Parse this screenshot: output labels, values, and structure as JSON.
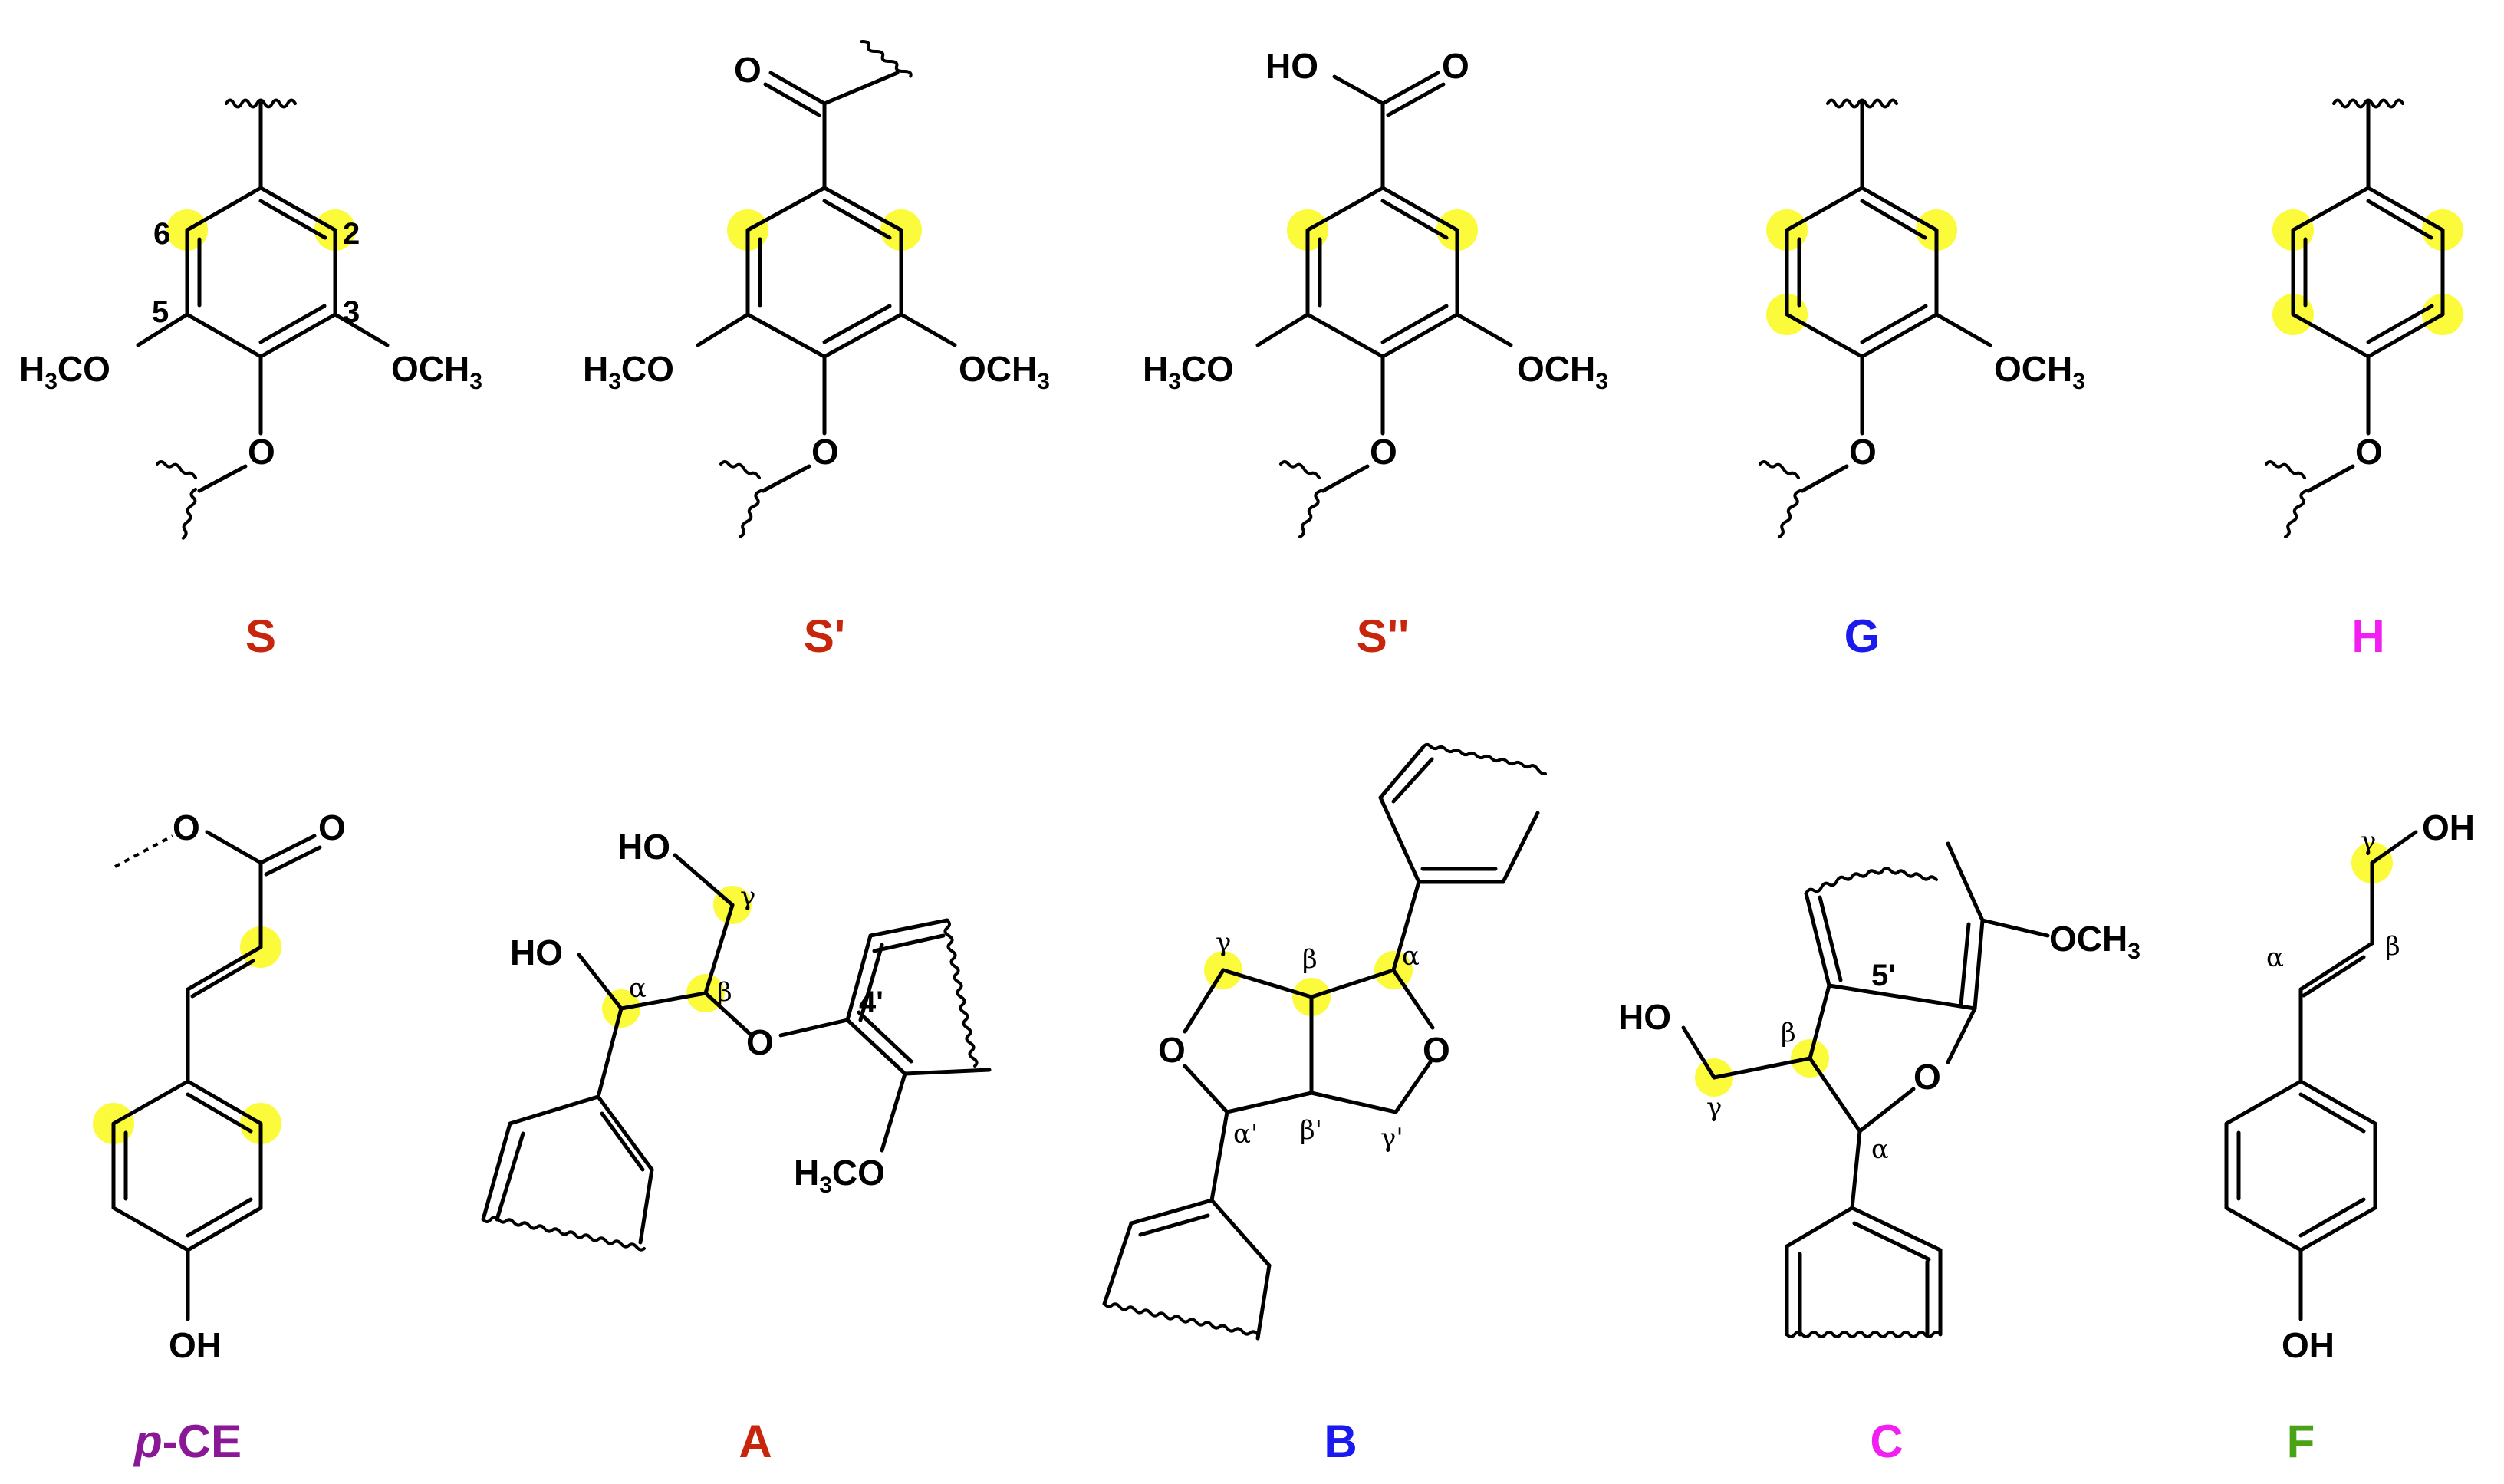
{
  "structures": [
    {
      "id": "S",
      "label": "S",
      "label_color": "#c8250d",
      "atoms": {
        "o_left": "H3CO",
        "o_right": "OCH3",
        "o_bottom": "O"
      },
      "numbers": [
        "6",
        "2",
        "5",
        "3"
      ]
    },
    {
      "id": "S1",
      "label": "S'",
      "label_color": "#c8250d",
      "atoms": {
        "carbonyl": "O",
        "o_left": "H3CO",
        "o_right": "OCH3",
        "o_bottom": "O"
      }
    },
    {
      "id": "S2",
      "label": "S''",
      "label_color": "#c8250d",
      "atoms": {
        "hydroxyl": "HO",
        "carbonyl": "O",
        "o_left": "H3CO",
        "o_right": "OCH3",
        "o_bottom": "O"
      }
    },
    {
      "id": "G",
      "label": "G",
      "label_color": "#1a1aee",
      "atoms": {
        "o_right": "OCH3",
        "o_bottom": "O"
      }
    },
    {
      "id": "H",
      "label": "H",
      "label_color": "#f21ef2",
      "atoms": {
        "o_bottom": "O"
      }
    },
    {
      "id": "pCE",
      "label_italic": "p",
      "label_rest": "-CE",
      "label_color": "#8a1796",
      "atoms": {
        "ester_o": "O",
        "carbonyl": "O",
        "oh": "OH"
      }
    },
    {
      "id": "A",
      "label": "A",
      "label_color": "#c8250d",
      "atoms": {
        "ho_gamma": "HO",
        "ho_alpha": "HO",
        "ether_o": "O",
        "methoxy": "H3CO",
        "pos": "4'"
      },
      "greek": {
        "alpha": "α",
        "beta": "β",
        "gamma": "γ"
      }
    },
    {
      "id": "B",
      "label": "B",
      "label_color": "#1a1aee",
      "atoms": {
        "o_left": "O",
        "o_right": "O"
      },
      "greek": {
        "gamma": "γ",
        "beta": "β",
        "alpha": "α",
        "alpha_p": "α'",
        "beta_p": "β'",
        "gamma_p": "γ'"
      }
    },
    {
      "id": "C",
      "label": "C",
      "label_color": "#f21ef2",
      "atoms": {
        "methoxy": "OCH3",
        "ho": "HO",
        "ring_o": "O",
        "pos": "5'"
      },
      "greek": {
        "beta": "β",
        "gamma": "γ",
        "alpha": "α"
      }
    },
    {
      "id": "F",
      "label": "F",
      "label_color": "#4aa317",
      "atoms": {
        "oh_top": "OH",
        "oh_bottom": "OH"
      },
      "greek": {
        "gamma": "γ",
        "alpha": "α",
        "beta": "β"
      }
    }
  ],
  "colors": {
    "highlight": "#fbfb3c",
    "bond": "#000000"
  }
}
